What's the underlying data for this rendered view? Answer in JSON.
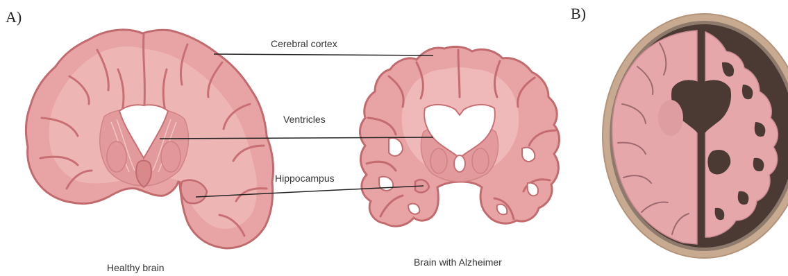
{
  "panel_a": {
    "letter": "A)",
    "labels": {
      "cortex": "Cerebral cortex",
      "ventricles": "Ventricles",
      "hippocampus": "Hippocampus"
    },
    "captions": {
      "healthy": "Healthy brain",
      "alzheimer": "Brain with Alzheimer"
    }
  },
  "panel_b": {
    "letter": "B)"
  },
  "colors": {
    "tissue": "#e8a3a4",
    "tissue_dark": "#d27f82",
    "outline": "#c26b6f",
    "ventricle": "#ffffff",
    "skull": "#c8aa90",
    "csf_dark": "#4a3a33",
    "brain_pink": "#e6a7ab"
  }
}
